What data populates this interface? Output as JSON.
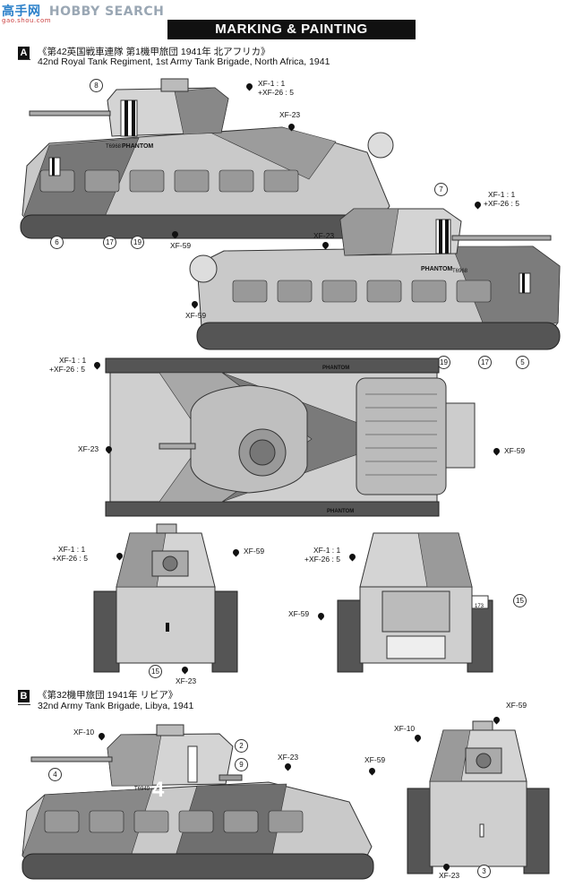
{
  "watermark": {
    "brand": "HOBBY SEARCH",
    "logo_glyphs": "高手网",
    "site": "gao.shou.com"
  },
  "header": {
    "title": "MARKING & PAINTING"
  },
  "section_a": {
    "badge": "A",
    "title_jp": "《第42英国戦車連隊 第1機甲旅団 1941年 北アフリカ》",
    "title_en": "42nd Royal Tank Regiment, 1st Army Tank Brigade, North Africa, 1941",
    "side_left": {
      "turret_paint": [
        "XF-1 : 1",
        "+XF-26 : 5"
      ],
      "hull_paint": "XF-23",
      "lower_paint": "XF-59",
      "decal_name": "PHANTOM",
      "serial": "T6968",
      "parts": [
        "8",
        "6",
        "17",
        "19"
      ]
    },
    "side_right": {
      "turret_paint": [
        "XF-1 : 1",
        "+XF-26 : 5"
      ],
      "hull_paint": "XF-23",
      "lower_paint": "XF-59",
      "decal_name": "PHANTOM",
      "serial": "T6968",
      "parts": [
        "7",
        "19",
        "17",
        "5"
      ]
    },
    "top": {
      "paint_a": [
        "XF-1 : 1",
        "+XF-26 : 5"
      ],
      "paint_b": "XF-23",
      "paint_c": "XF-59",
      "decal_top": "PHANTOM",
      "decal_bottom": "PHANTOM"
    },
    "front": {
      "paint_a": [
        "XF-1 : 1",
        "+XF-26 : 5"
      ],
      "paint_b": "XF-59",
      "paint_c": "XF-23",
      "part": "15"
    },
    "rear": {
      "paint_a": [
        "XF-1 : 1",
        "+XF-26 : 5"
      ],
      "paint_b": "XF-59",
      "part": "15",
      "plate": "173"
    }
  },
  "section_b": {
    "badge": "B",
    "title_jp": "《第32機甲旅団 1941年 リビア》",
    "title_en": "32nd Army Tank Brigade, Libya, 1941",
    "side": {
      "paint_a": "XF-10",
      "paint_b": "XF-23",
      "paint_c": "XF-59",
      "serial": "T6949",
      "big_number": "4",
      "parts": [
        "2",
        "9",
        "4"
      ]
    },
    "front": {
      "paint_a": "XF-59",
      "paint_b": "XF-10",
      "paint_c": "XF-23",
      "part": "3"
    }
  },
  "colors": {
    "camo_light": "#d8d8d8",
    "camo_mid": "#a9a9a9",
    "camo_dark": "#6f6f6f",
    "ink": "#111111"
  }
}
